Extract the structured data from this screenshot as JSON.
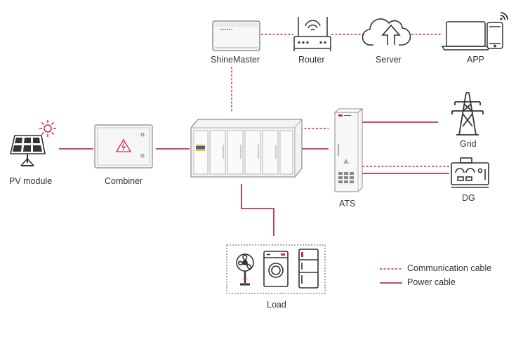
{
  "nodes": {
    "shinemaster": "ShineMaster",
    "router": "Router",
    "server": "Server",
    "app": "APP",
    "pv_module": "PV module",
    "combiner": "Combiner",
    "ats": "ATS",
    "grid": "Grid",
    "dg": "DG",
    "load": "Load"
  },
  "legend": {
    "communication": "Communication cable",
    "power": "Power cable"
  },
  "colors": {
    "power": "#b5122b",
    "communication": "#c8283c",
    "outline": "#333333",
    "sun": "#e0203a"
  }
}
